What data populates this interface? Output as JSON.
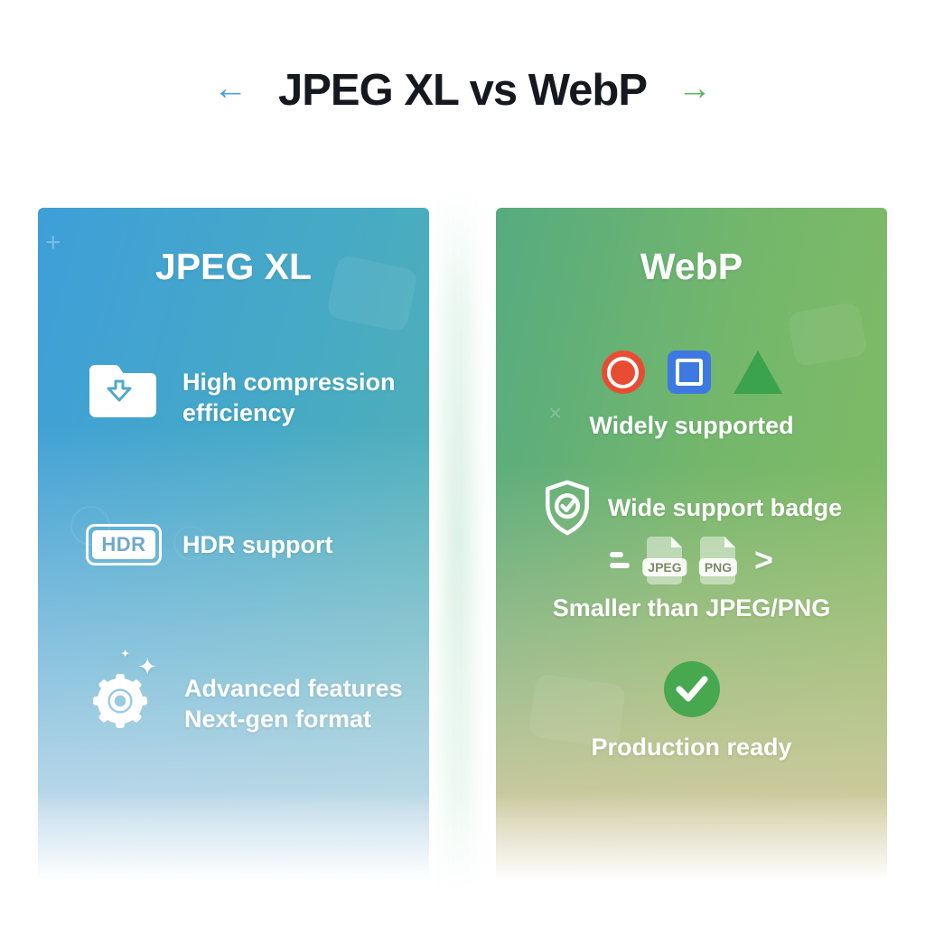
{
  "colors": {
    "title_ink": "#15191f",
    "arrow_blue": "#4C9FE0",
    "arrow_green": "#5CB567",
    "shape_red": "#E84D33",
    "shape_blue": "#3D79E1",
    "shape_green": "#3BA24D",
    "check_green": "#47A84F",
    "hdr_text_blue": "#6FA8CE",
    "file_badge_text": "#7D8A66"
  },
  "header": {
    "title": "JPEG XL vs WebP",
    "left_arrow": "←",
    "right_arrow": "→"
  },
  "left_panel": {
    "title": "JPEG XL",
    "features": [
      {
        "icon": "folder-download-icon",
        "line1": "High compression",
        "line2": "efficiency"
      },
      {
        "icon": "hdr-badge-icon",
        "badge": "HDR",
        "line1": "HDR support"
      },
      {
        "icon": "gear-sparkles-icon",
        "line1": "Advanced features",
        "line2": "Next-gen format"
      }
    ]
  },
  "right_panel": {
    "title": "WebP",
    "shapes": [
      "red-circle",
      "blue-square",
      "green-triangle"
    ],
    "caption_supported": "Widely supported",
    "caption_badge": "Wide support badge",
    "file_icons": [
      {
        "label": "JPEG"
      },
      {
        "label": "PNG"
      }
    ],
    "chevron": ">",
    "caption_smaller": "Smaller than JPEG/PNG",
    "caption_ready": "Production ready"
  }
}
